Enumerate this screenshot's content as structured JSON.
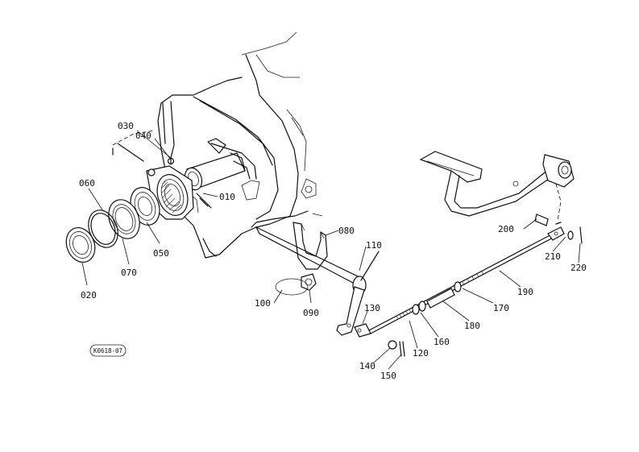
{
  "reference_code": "K0618-07",
  "parts": [
    {
      "id": "p010",
      "label": "010"
    },
    {
      "id": "p020",
      "label": "020"
    },
    {
      "id": "p030",
      "label": "030"
    },
    {
      "id": "p040",
      "label": "040"
    },
    {
      "id": "p050",
      "label": "050"
    },
    {
      "id": "p060",
      "label": "060"
    },
    {
      "id": "p070",
      "label": "070"
    },
    {
      "id": "p080",
      "label": "080"
    },
    {
      "id": "p090",
      "label": "090"
    },
    {
      "id": "p100",
      "label": "100"
    },
    {
      "id": "p110",
      "label": "110"
    },
    {
      "id": "p120",
      "label": "120"
    },
    {
      "id": "p130",
      "label": "130"
    },
    {
      "id": "p140",
      "label": "140"
    },
    {
      "id": "p150",
      "label": "150"
    },
    {
      "id": "p160",
      "label": "160"
    },
    {
      "id": "p170",
      "label": "170"
    },
    {
      "id": "p180",
      "label": "180"
    },
    {
      "id": "p190",
      "label": "190"
    },
    {
      "id": "p200",
      "label": "200"
    },
    {
      "id": "p210",
      "label": "210"
    },
    {
      "id": "p220",
      "label": "220"
    }
  ]
}
